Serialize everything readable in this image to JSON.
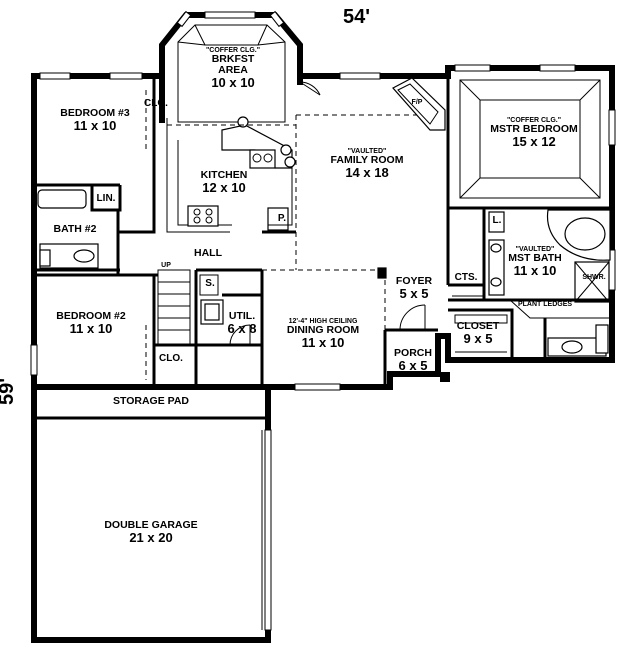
{
  "dimensions": {
    "width_label": "54'",
    "depth_label": "59'"
  },
  "rooms": {
    "brkfst": {
      "note": "\"COFFER CLG.\"",
      "name": "BRKFST",
      "name2": "AREA",
      "size": "10 x 10"
    },
    "bedroom3": {
      "name": "BEDROOM #3",
      "size": "11 x 10"
    },
    "kitchen": {
      "name": "KITCHEN",
      "size": "12 x 10"
    },
    "family": {
      "note": "\"VAULTED\"",
      "name": "FAMILY ROOM",
      "size": "14 x 18"
    },
    "master": {
      "note": "\"COFFER CLG.\"",
      "name": "MSTR BEDROOM",
      "size": "15 x 12"
    },
    "bath2": {
      "name": "BATH #2"
    },
    "hall": {
      "name": "HALL"
    },
    "mstbath": {
      "note": "\"VAULTED\"",
      "name": "MST BATH",
      "size": "11 x 10"
    },
    "bedroom2": {
      "name": "BEDROOM #2",
      "size": "11 x 10"
    },
    "util": {
      "name": "UTIL.",
      "size": "6 x 8"
    },
    "dining": {
      "note": "12'-4\" HIGH CEILING",
      "name": "DINING ROOM",
      "size": "11 x 10"
    },
    "foyer": {
      "name": "FOYER",
      "size": "5 x 5"
    },
    "closet": {
      "name": "CLOSET",
      "size": "9 x 5"
    },
    "porch": {
      "name": "PORCH",
      "size": "6 x 5"
    },
    "storage": {
      "name": "STORAGE PAD"
    },
    "garage": {
      "name": "DOUBLE GARAGE",
      "size": "21 x 20"
    }
  },
  "small_labels": {
    "clo_top": "CLO.",
    "clo_bottom": "CLO.",
    "lin": "LIN.",
    "pantry": "P.",
    "fp": "F/P",
    "cts": "CTS.",
    "linen_mst": "L.",
    "shelf": "S.",
    "up": "UP",
    "shwr": "SHWR.",
    "plant_ledges": "PLANT LEDGES"
  }
}
